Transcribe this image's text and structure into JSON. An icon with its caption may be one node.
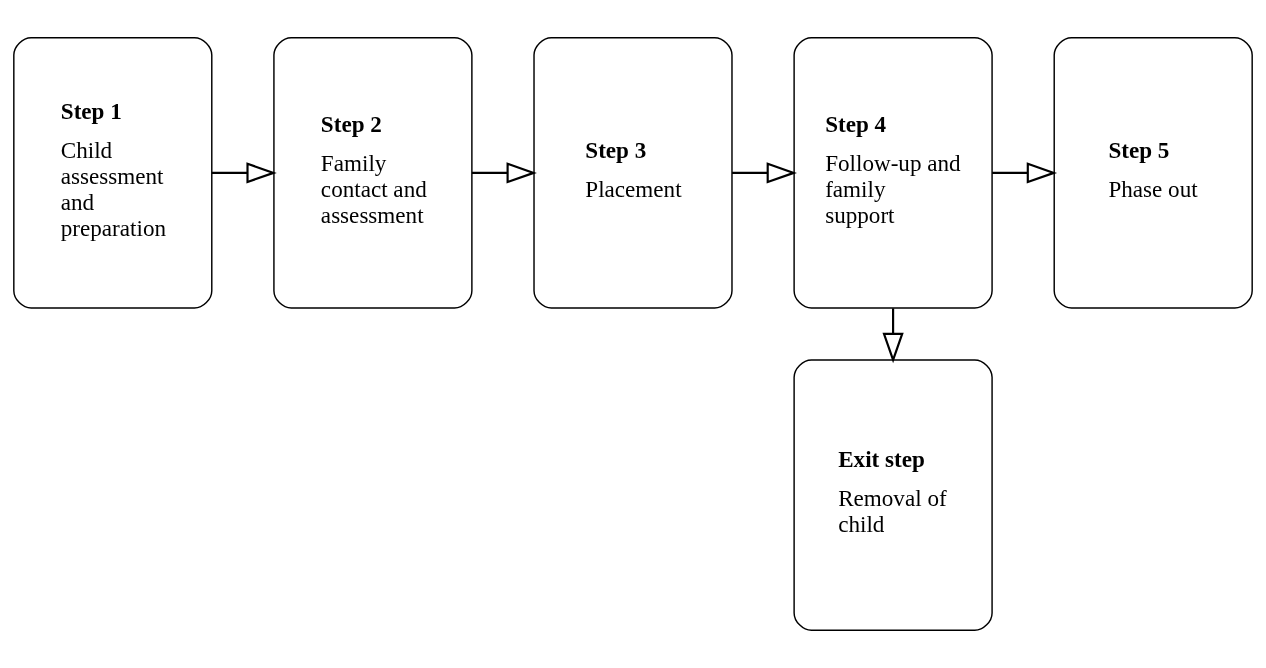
{
  "diagram": {
    "nodes": [
      {
        "text": [
          "Step 1",
          "Child assessment and preparation"
        ]
      },
      {
        "text": [
          "Step 2",
          "Family contact and assessment"
        ]
      },
      {
        "text": [
          "Step 3",
          "Placement"
        ]
      },
      {
        "text": [
          "Step 4",
          "Follow-up and family support"
        ]
      },
      {
        "text": [
          "Step 5",
          "Phase out"
        ]
      },
      {
        "text": [
          "Exit step",
          "Removal of child"
        ]
      }
    ],
    "edges": [
      {
        "from": 0,
        "to": 1,
        "arrow": "to"
      },
      {
        "from": 1,
        "to": 2,
        "arrow": "to"
      },
      {
        "from": 2,
        "to": 3,
        "arrow": "to"
      },
      {
        "from": 3,
        "to": 4,
        "arrow": "to"
      },
      {
        "from": 3,
        "to": 5,
        "arrow": "to"
      }
    ]
  }
}
